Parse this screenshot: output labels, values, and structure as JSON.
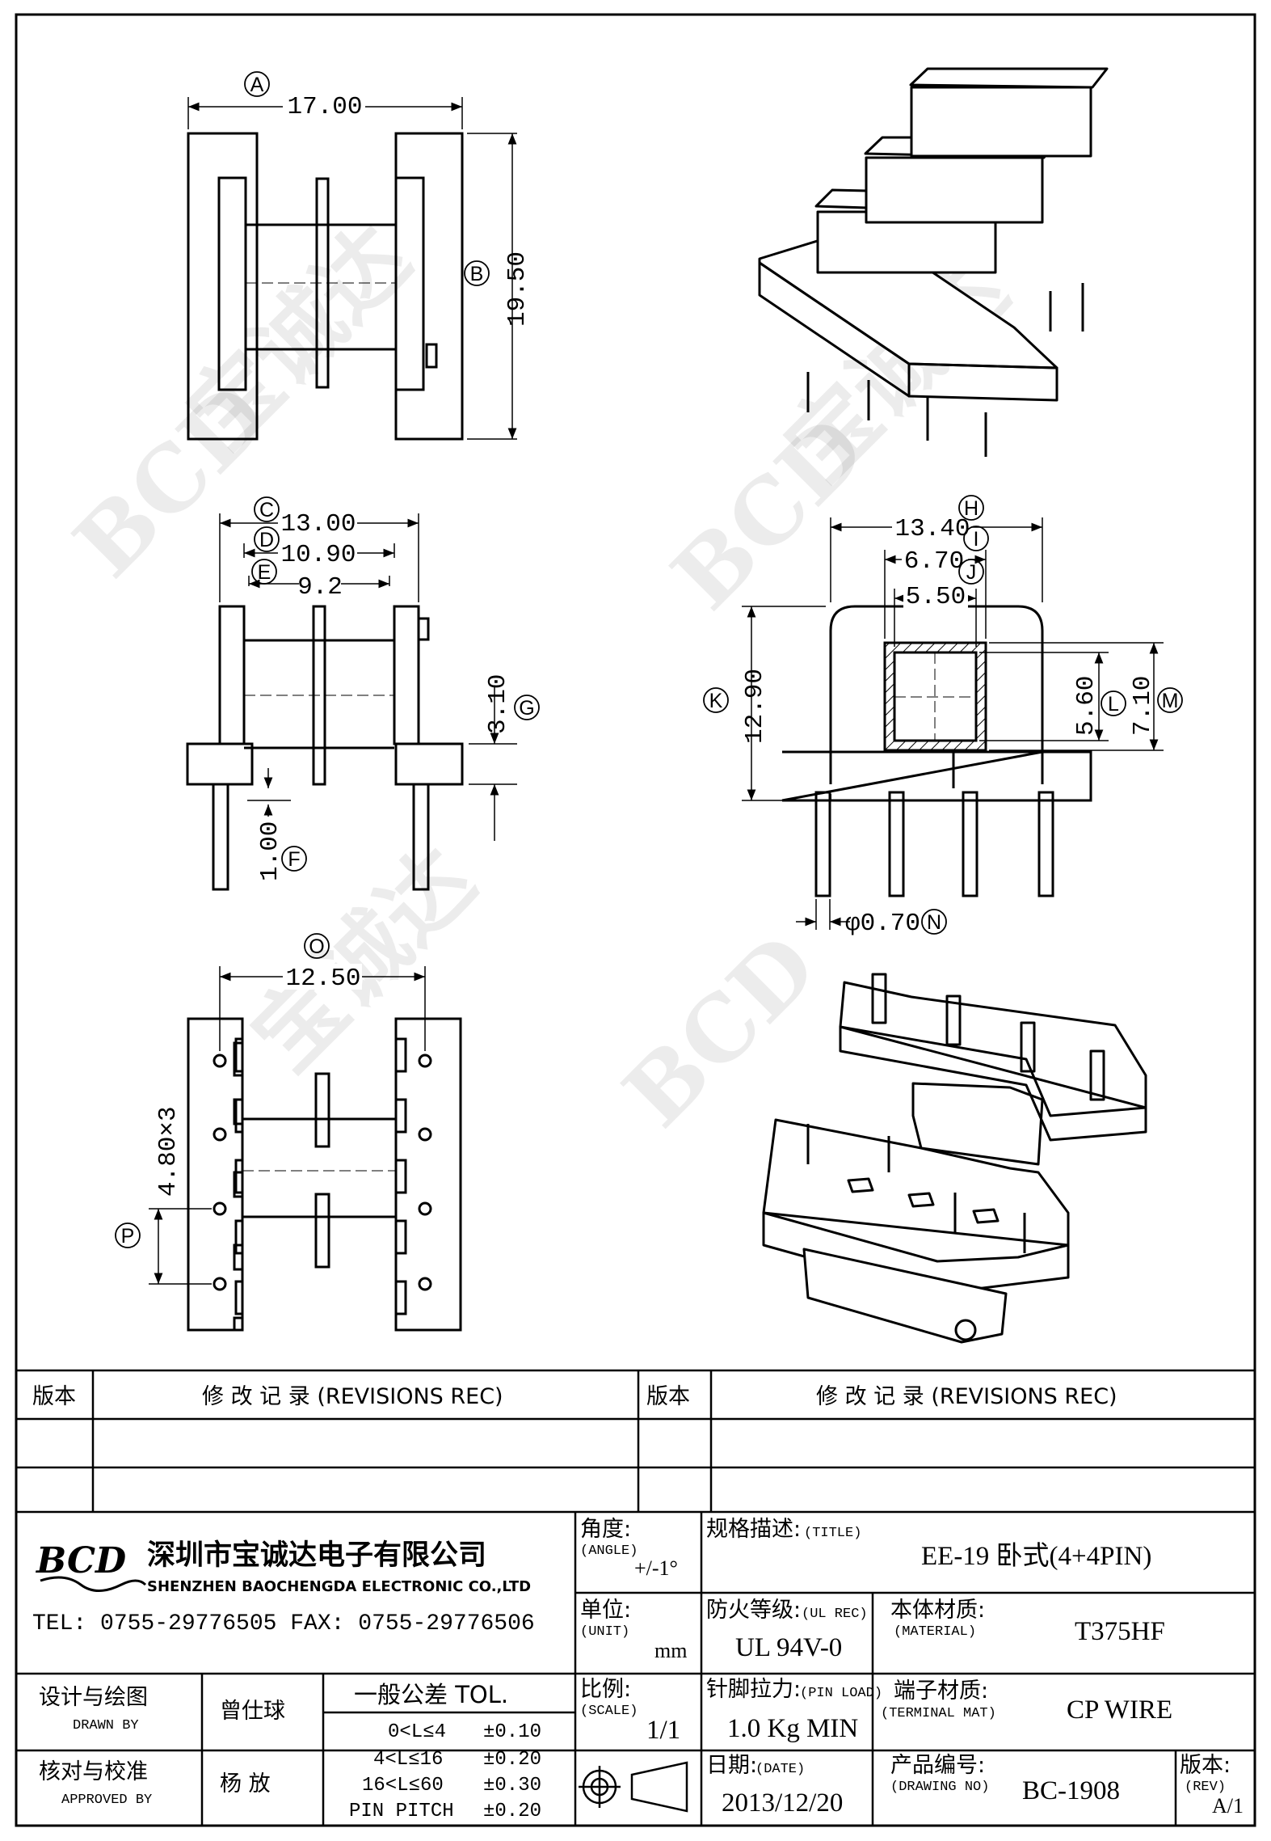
{
  "views": {
    "top": {
      "width": "17.00",
      "width_ref": "A",
      "height": "19.50",
      "height_ref": "B"
    },
    "front": {
      "overall": "13.00",
      "overall_ref": "C",
      "inner": "10.90",
      "inner_ref": "D",
      "winding": "9.2",
      "winding_ref": "E",
      "base_height": "3.10",
      "base_ref": "G",
      "standoff": "1.00",
      "standoff_ref": "F"
    },
    "side": {
      "overall": "13.40",
      "overall_ref": "H",
      "core_outer": "6.70",
      "core_outer_ref": "I",
      "core_inner": "5.50",
      "core_inner_ref": "J",
      "height": "12.90",
      "height_ref": "K",
      "core_h_inner": "5.60",
      "core_h_inner_ref": "L",
      "core_h_outer": "7.10",
      "core_h_outer_ref": "M",
      "pin_diameter": "φ0.70",
      "pin_ref": "N"
    },
    "bottom": {
      "row_spacing": "12.50",
      "row_ref": "O",
      "pitch": "4.80×3",
      "pitch_ref": "P"
    }
  },
  "watermark": [
    "BCD",
    "宝诚达"
  ],
  "title_block": {
    "rev_header_left": "版本",
    "rev_records_left": "修 改 记 录 (REVISIONS REC)",
    "rev_header_right": "版本",
    "rev_records_right": "修 改 记 录 (REVISIONS REC)",
    "logo": "BCD",
    "company_cn": "深圳市宝诚达电子有限公司",
    "company_en": "SHENZHEN BAOCHENGDA ELECTRONIC CO.,LTD",
    "contact": "TEL: 0755-29776505  FAX: 0755-29776506",
    "angle_cn": "角度:",
    "angle_en": "(ANGLE)",
    "angle_val": "+/-1°",
    "title_cn": "规格描述:",
    "title_en": "(TITLE)",
    "title_val": "EE-19 卧式(4+4PIN)",
    "unit_cn": "单位:",
    "unit_en": "(UNIT)",
    "unit_val": "mm",
    "ul_cn": "防火等级:",
    "ul_en": "(UL REC)",
    "ul_val": "UL 94V-0",
    "mat_cn": "本体材质:",
    "mat_en": "(MATERIAL)",
    "mat_val": "T375HF",
    "drawn_cn": "设计与绘图",
    "drawn_en": "DRAWN BY",
    "drawn_name": "曾仕球",
    "tol_title": "一般公差 TOL.",
    "tol_rows": [
      {
        "range": "0<L≤4",
        "tol": "±0.10"
      },
      {
        "range": "4<L≤16",
        "tol": "±0.20"
      },
      {
        "range": "16<L≤60",
        "tol": "±0.30"
      },
      {
        "range": "PIN PITCH",
        "tol": "±0.20"
      }
    ],
    "scale_cn": "比例:",
    "scale_en": "(SCALE)",
    "scale_val": "1/1",
    "pin_cn": "针脚拉力:",
    "pin_en": "(PIN LOAD)",
    "pin_val": "1.0 Kg MIN",
    "term_cn": "端子材质:",
    "term_en": "(TERMINAL MAT)",
    "term_val": "CP WIRE",
    "approved_cn": "核对与校准",
    "approved_en": "APPROVED BY",
    "approved_name": "杨 放",
    "date_cn": "日期:",
    "date_en": "(DATE)",
    "date_val": "2013/12/20",
    "dwg_cn": "产品编号:",
    "dwg_en": "(DRAWING NO)",
    "dwg_val": "BC-1908",
    "rev_cn": "版本:",
    "rev_en": "(REV)",
    "rev_val": "A/1"
  }
}
